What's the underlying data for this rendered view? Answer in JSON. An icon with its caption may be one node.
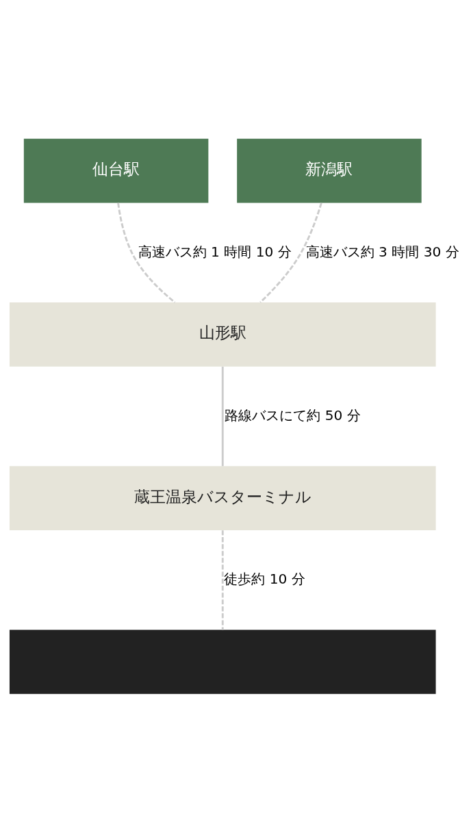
{
  "diagram": {
    "nodes": [
      {
        "text": [
          "仙台駅"
        ]
      },
      {
        "text": [
          "新潟駅"
        ]
      },
      {
        "text": [
          "山形駅"
        ]
      },
      {
        "text": [
          "蔵王温泉バスターミナル"
        ]
      },
      {
        "text": [],
        "shape": "box"
      }
    ],
    "edges": [
      {
        "from": 0,
        "to": 2,
        "arrow": "none",
        "label": "高速バス約 1 時間 10 分",
        "style": "dashed"
      },
      {
        "from": 1,
        "to": 2,
        "arrow": "none",
        "label": "高速バス約 3 時間 30 分",
        "style": "dashed"
      },
      {
        "from": 2,
        "to": 3,
        "arrow": "none",
        "label": "路線バスにて約 50 分"
      },
      {
        "from": 3,
        "to": 4,
        "arrow": "none",
        "label": "徒歩約 10 分",
        "style": "dashed"
      }
    ]
  }
}
